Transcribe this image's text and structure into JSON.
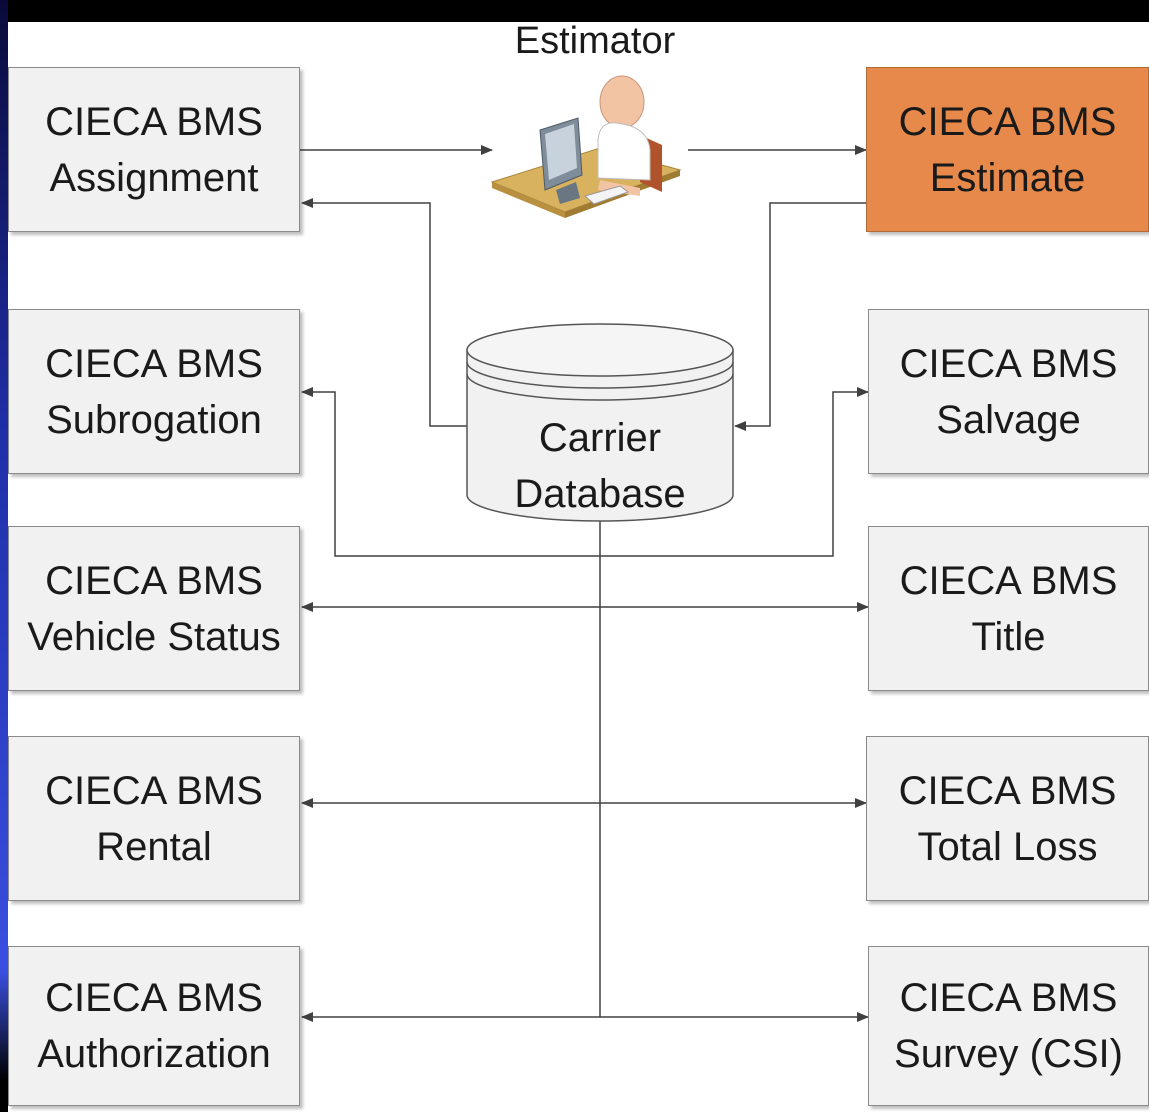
{
  "estimator": {
    "label": "Estimator"
  },
  "database": {
    "line1": "Carrier",
    "line2": "Database"
  },
  "boxes": {
    "assignment": {
      "line1": "CIECA BMS",
      "line2": "Assignment"
    },
    "estimate": {
      "line1": "CIECA BMS",
      "line2": "Estimate"
    },
    "subrogation": {
      "line1": "CIECA BMS",
      "line2": "Subrogation"
    },
    "salvage": {
      "line1": "CIECA BMS",
      "line2": "Salvage"
    },
    "vehicle_status": {
      "line1": "CIECA BMS",
      "line2": "Vehicle Status"
    },
    "title": {
      "line1": "CIECA BMS",
      "line2": "Title"
    },
    "rental": {
      "line1": "CIECA BMS",
      "line2": "Rental"
    },
    "total_loss": {
      "line1": "CIECA BMS",
      "line2": "Total Loss"
    },
    "authorization": {
      "line1": "CIECA BMS",
      "line2": "Authorization"
    },
    "survey": {
      "line1": "CIECA BMS",
      "line2": "Survey (CSI)"
    }
  },
  "colors": {
    "box_fill": "#f1f1f1",
    "highlight_fill": "#e6894a",
    "connector": "#404040"
  }
}
